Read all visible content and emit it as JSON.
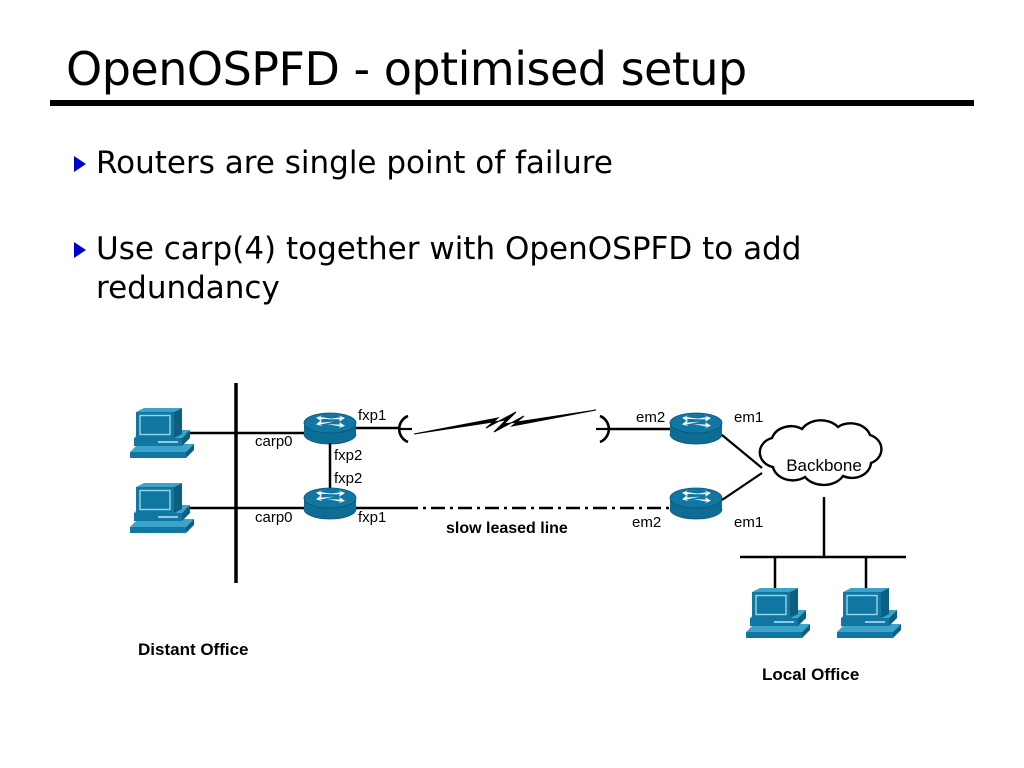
{
  "slide": {
    "title": "OpenOSPFD - optimised setup",
    "bullets": [
      "Routers are single point of failure",
      "Use carp(4) together with OpenOSPFD to add redundancy"
    ]
  },
  "diagram": {
    "zones": {
      "distant_office": "Distant Office",
      "local_office": "Local Office"
    },
    "cloud": {
      "label": "Backbone"
    },
    "link": {
      "leased_line_label": "slow leased line"
    },
    "interfaces": {
      "distant_top_lan": "carp0",
      "distant_top_wan": "fxp1",
      "distant_top_sync": "fxp2",
      "distant_bottom_sync": "fxp2",
      "distant_bottom_lan": "carp0",
      "distant_bottom_wan": "fxp1",
      "local_top_wan": "em2",
      "local_top_lan": "em1",
      "local_bottom_wan": "em2",
      "local_bottom_lan": "em1"
    },
    "icons": {
      "router": "router-icon",
      "workstation": "workstation-icon",
      "cloud": "cloud-icon",
      "serial_link": "lightning-serial-link-icon"
    },
    "colors": {
      "device_body": "#1077a3",
      "device_top": "#1b87b5",
      "device_dark": "#0d5f82",
      "device_highlight": "#3da3c9",
      "line": "#000000",
      "bullet_marker": "#0000cc"
    }
  }
}
